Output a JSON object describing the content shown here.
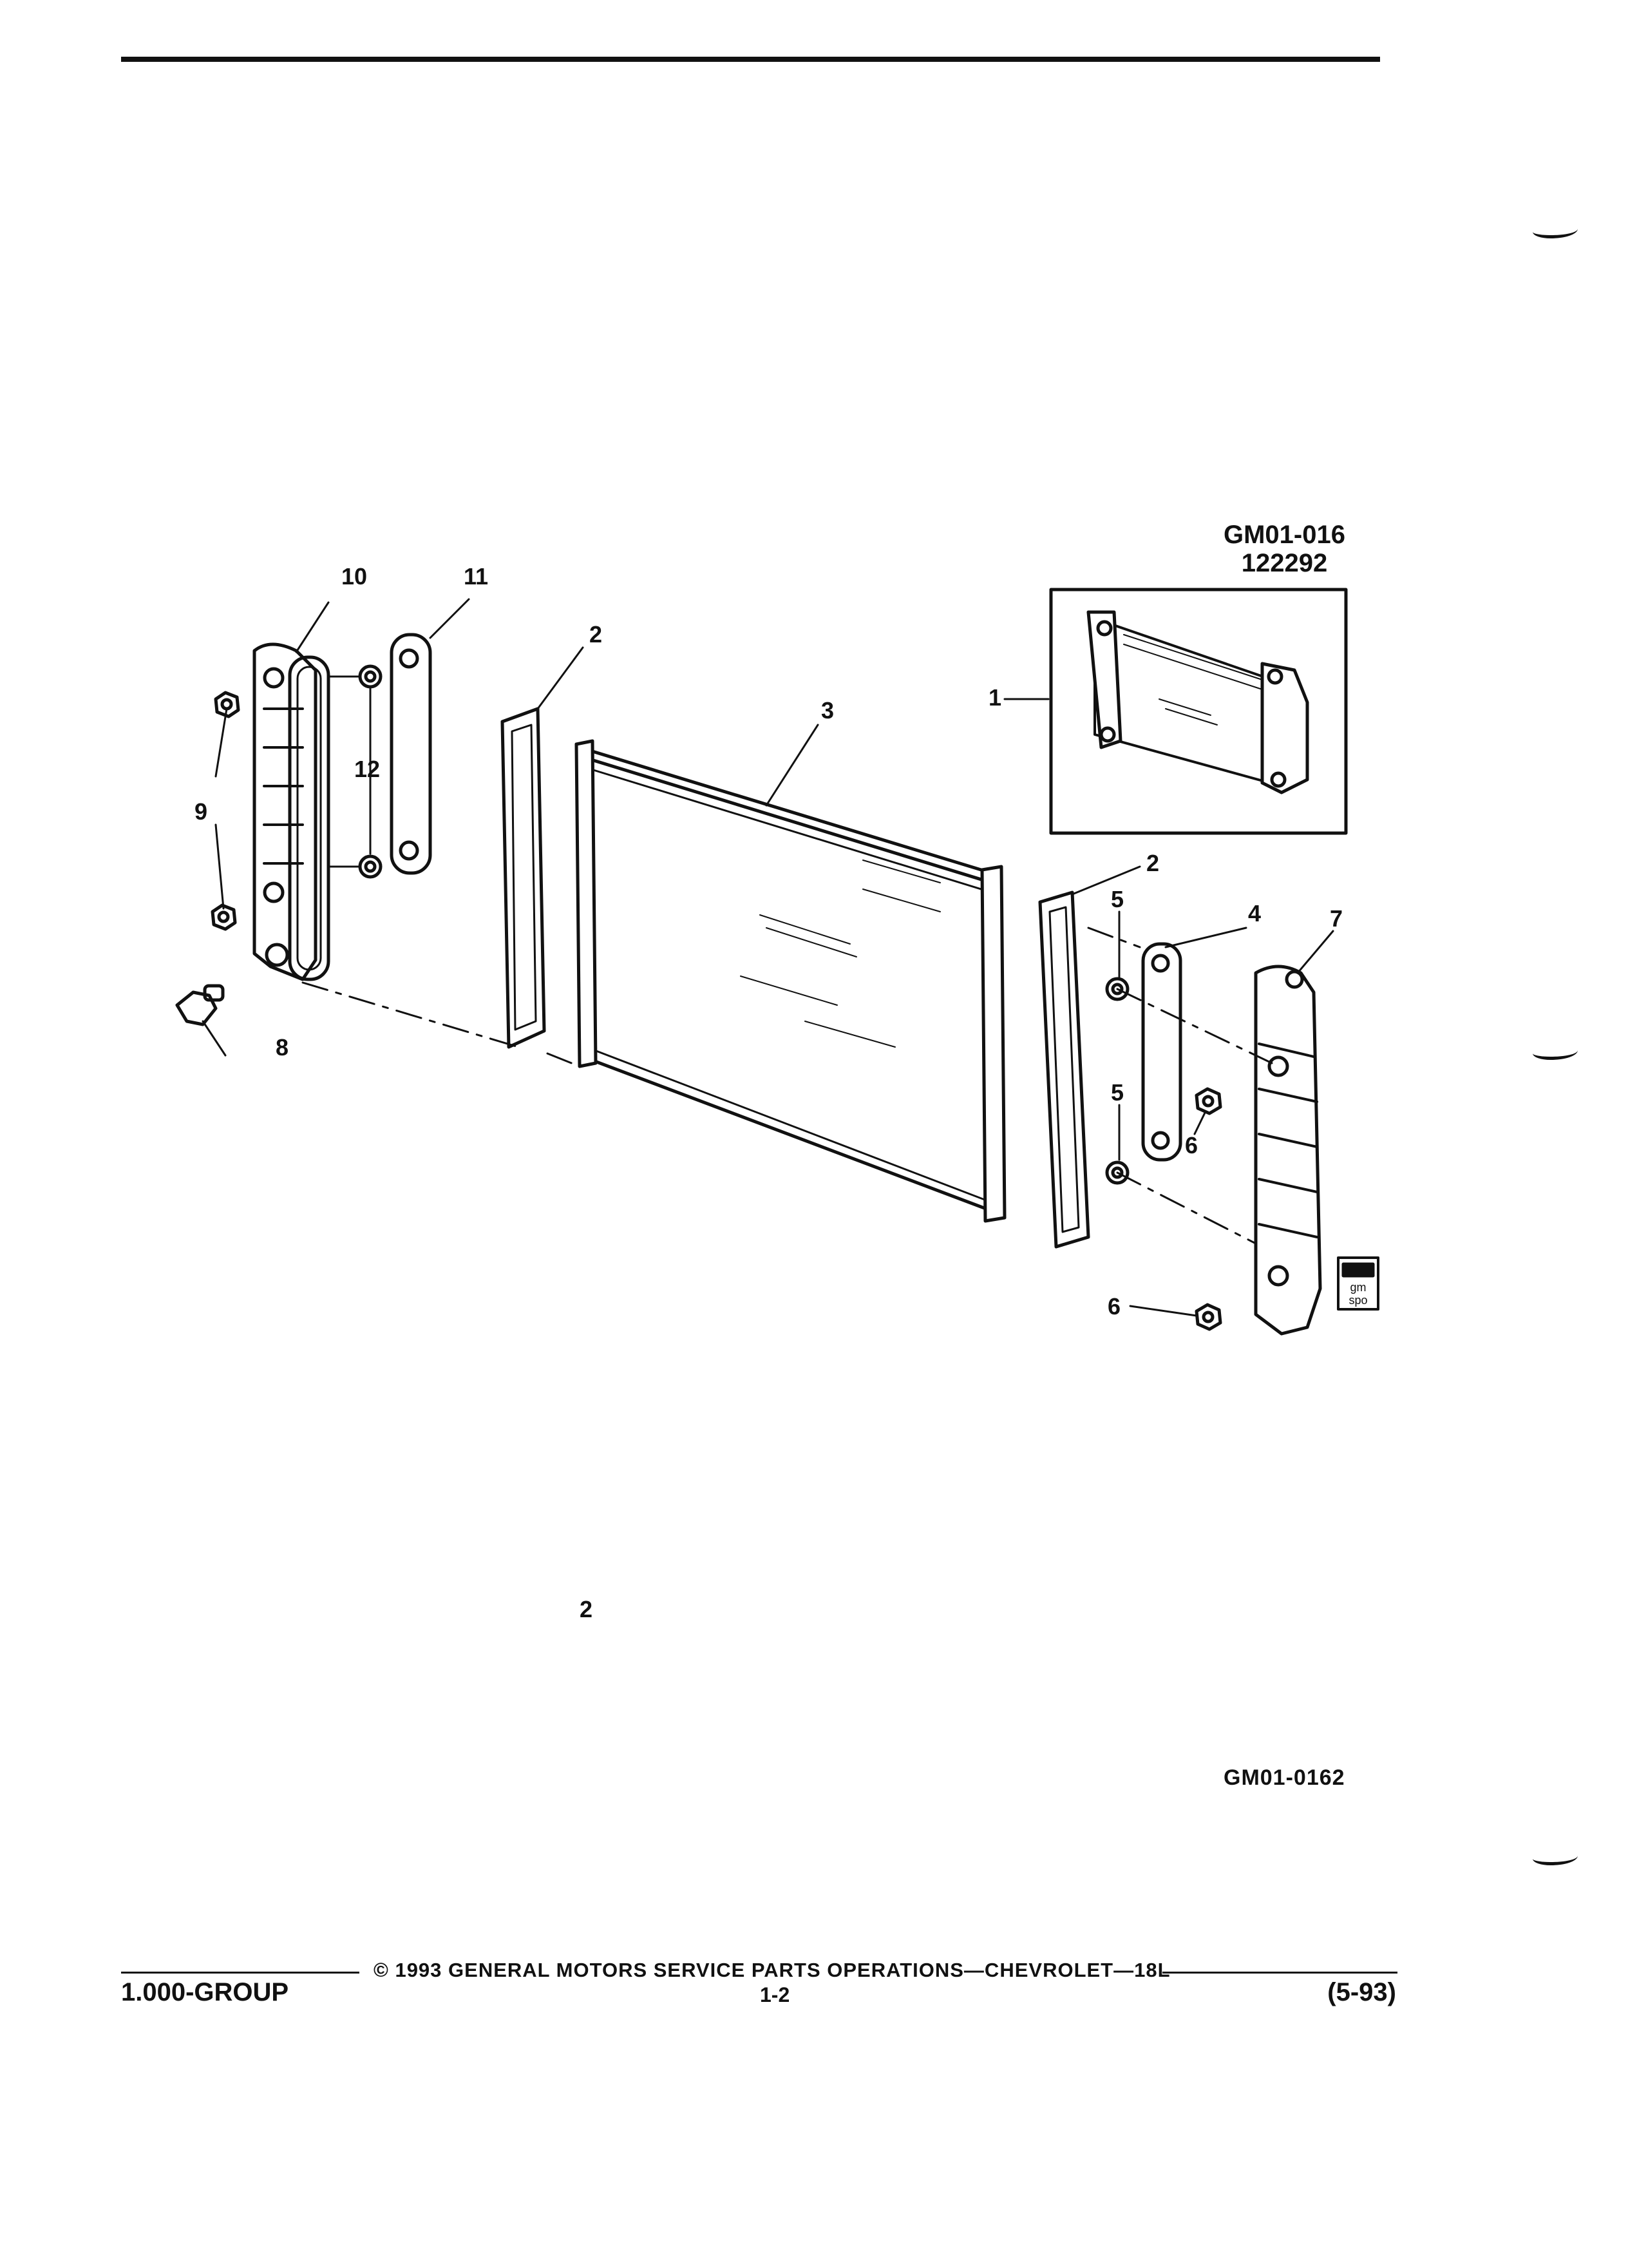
{
  "header": {
    "rule": true
  },
  "diagram": {
    "reference_code": "GM01-016",
    "reference_date": "122292",
    "drawing_id": "GM01-0162",
    "badge_text": [
      "gm",
      "spo"
    ],
    "callouts": {
      "c1": "1",
      "c2a": "2",
      "c2b": "2",
      "c2c": "2",
      "c3": "3",
      "c4": "4",
      "c5a": "5",
      "c5b": "5",
      "c6a": "6",
      "c6b": "6",
      "c7": "7",
      "c8": "8",
      "c9": "9",
      "c10": "10",
      "c11": "11",
      "c12": "12"
    }
  },
  "footer": {
    "copyright": "© 1993 GENERAL MOTORS SERVICE PARTS OPERATIONS—CHEVROLET—18L",
    "group": "1.000-GROUP",
    "page": "1-2",
    "date": "(5-93)"
  }
}
